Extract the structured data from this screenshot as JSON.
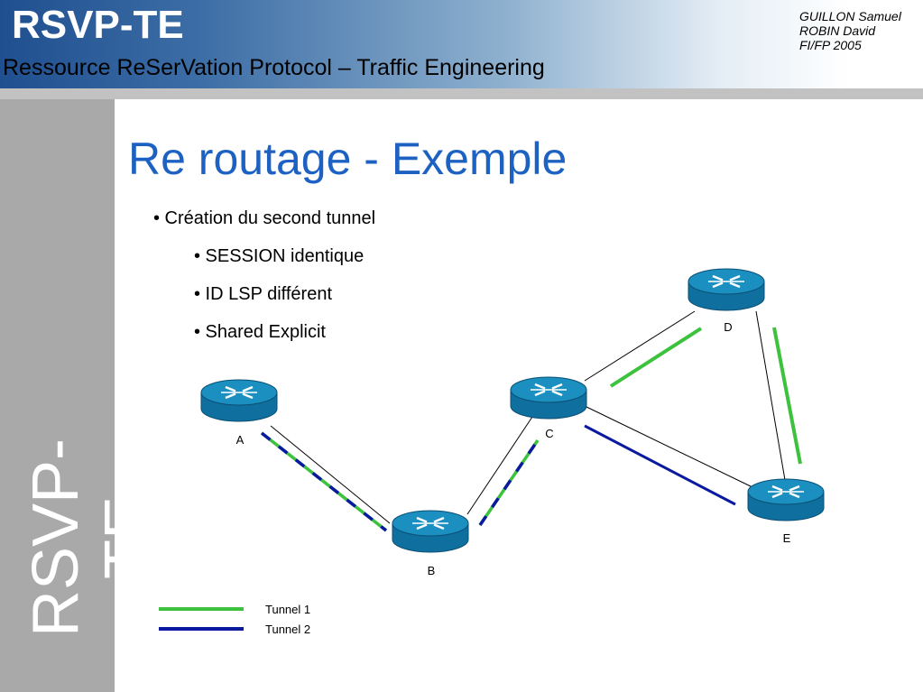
{
  "header": {
    "title": "RSVP-TE",
    "subtitle": "Ressource ReSerVation Protocol – Traffic Engineering",
    "authors": [
      "GUILLON Samuel",
      "ROBIN David",
      "FI/FP 2005"
    ]
  },
  "sidebar": {
    "vertical_text": "RSVP-TE"
  },
  "slide": {
    "title": "Re routage - Exemple",
    "bullets": [
      "• Création du second tunnel",
      "• SESSION identique",
      "• ID LSP différent",
      "• Shared Explicit"
    ]
  },
  "diagram": {
    "routers": [
      {
        "id": "A",
        "label": "A"
      },
      {
        "id": "B",
        "label": "B"
      },
      {
        "id": "C",
        "label": "C"
      },
      {
        "id": "D",
        "label": "D"
      },
      {
        "id": "E",
        "label": "E"
      }
    ],
    "links": [
      {
        "from": "A",
        "to": "B"
      },
      {
        "from": "B",
        "to": "C"
      },
      {
        "from": "C",
        "to": "D"
      },
      {
        "from": "C",
        "to": "E"
      },
      {
        "from": "D",
        "to": "E"
      }
    ],
    "tunnel1": {
      "path": [
        "A",
        "B",
        "C",
        "D",
        "E"
      ],
      "color": "#3cc23c"
    },
    "tunnel2": {
      "path": [
        "A",
        "B",
        "C",
        "E"
      ],
      "color": "#0a1a9e"
    },
    "router_color": "#1a8fc0"
  },
  "legend": [
    {
      "label": "Tunnel 1",
      "color": "#3cc23c"
    },
    {
      "label": "Tunnel 2",
      "color": "#0a1a9e"
    }
  ]
}
